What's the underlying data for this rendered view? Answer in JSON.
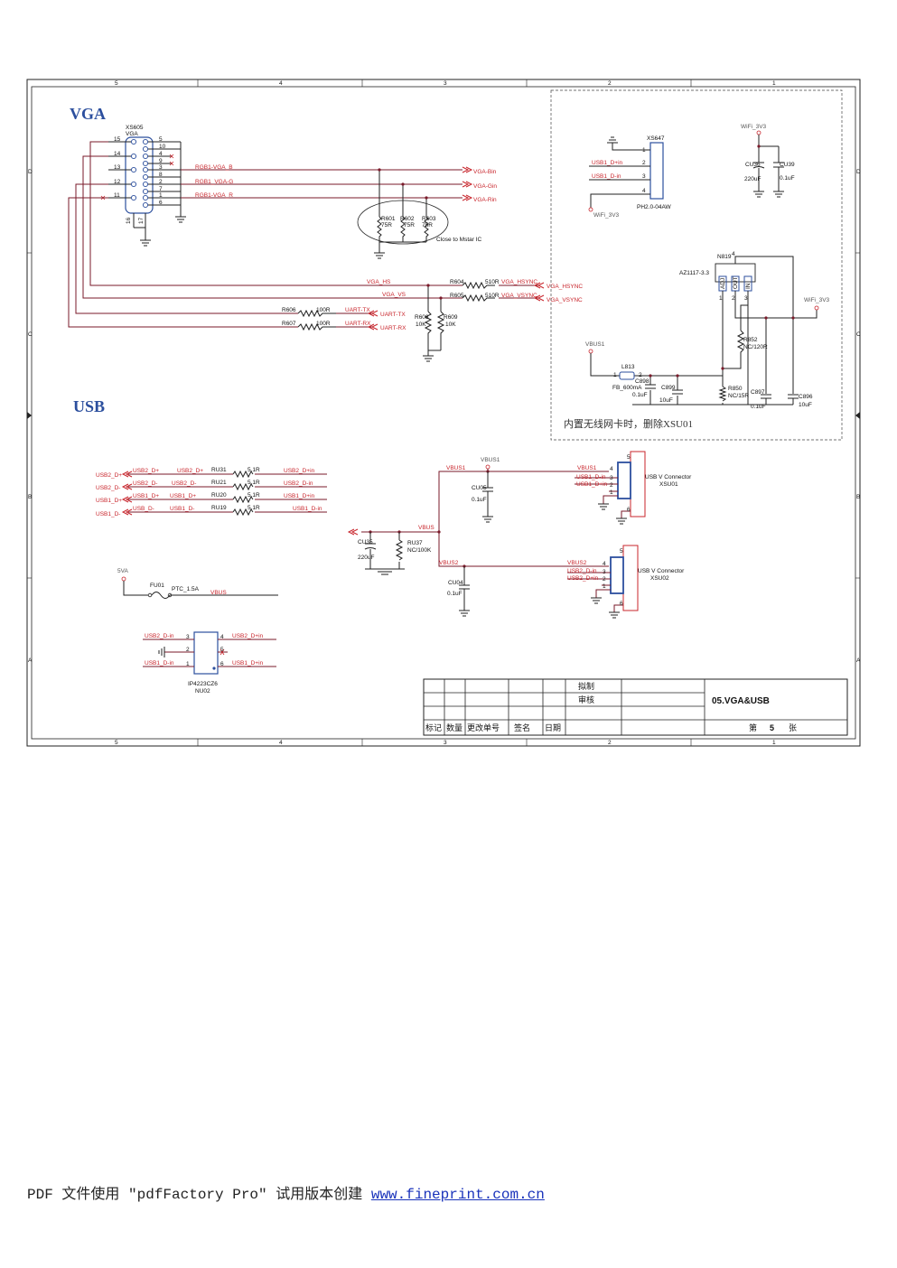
{
  "sheet": {
    "top_ruler": [
      "5",
      "4",
      "3",
      "2",
      "1"
    ],
    "bottom_ruler": [
      "5",
      "4",
      "3",
      "2",
      "1"
    ],
    "left_ruler": [
      "D",
      "C",
      "B",
      "A"
    ],
    "right_ruler": [
      "D",
      "C",
      "B",
      "A"
    ]
  },
  "sections": {
    "vga": "VGA",
    "usb": "USB"
  },
  "vga": {
    "connector_ref": "XS605",
    "connector_type": "VGA",
    "left_pins": [
      "15",
      "14",
      "13",
      "12",
      "11"
    ],
    "right_pins": [
      "5",
      "10",
      "4",
      "9",
      "3",
      "8",
      "2",
      "7",
      "1",
      "6"
    ],
    "bottom_pins": [
      "16",
      "17"
    ],
    "nets": {
      "rgb_b": "RGB1-VGA_B",
      "rgb_g": "RGB1_VGA-G",
      "rgb_r": "RGB1-VGA_R",
      "vga_bin": "VGA-Bin",
      "vga_gin": "VGA-Gin",
      "vga_rin": "VGA-Rin",
      "vga_hs": "VGA_HS",
      "vga_vs": "VGA_VS",
      "vga_hsync_r": "VGA_HSYNC",
      "vga_vsync_r": "VGA_VSYNC",
      "vga_hsync": "VGA_HSYNC",
      "vga_vsync": "VGA_VSYNC",
      "uart_tx_r": "UART-TX",
      "uart_rx_r": "UART-RX",
      "uart_tx": "UART-TX",
      "uart_rx": "UART-RX"
    },
    "term_resistors": [
      {
        "ref": "R601",
        "val": "75R"
      },
      {
        "ref": "R602",
        "val": "75R"
      },
      {
        "ref": "R603",
        "val": "75R"
      }
    ],
    "close_note": "Close to Mstar IC",
    "r604": {
      "ref": "R604",
      "val": "510R"
    },
    "r605": {
      "ref": "R605",
      "val": "510R"
    },
    "r606": {
      "ref": "R606",
      "val": "100R"
    },
    "r607": {
      "ref": "R607",
      "val": "100R"
    },
    "r608": {
      "ref": "R608",
      "val": "10K"
    },
    "r609": {
      "ref": "R609",
      "val": "10K"
    }
  },
  "wifi": {
    "xs647_ref": "XS647",
    "xs647_part": "PH2.0-04AW",
    "xs647_pins": [
      "1",
      "2",
      "3",
      "4"
    ],
    "usb1_dp": "USB1_D+in",
    "usb1_dm": "USB1_D-in",
    "wifi_3v3_a": "WiFi_3V3",
    "wifi_3v3_b": "WiFi_3V3",
    "wifi_3v3_c": "WiFi_3V3",
    "cu36": {
      "ref": "CU36",
      "val": "220uF"
    },
    "cu39": {
      "ref": "CU39",
      "val": "0.1uF"
    },
    "reg_ref": "N819",
    "reg_part": "AZ1117-3.3",
    "reg_tab": "4",
    "reg_pins": [
      {
        "num": "1",
        "name": "ADJ"
      },
      {
        "num": "2",
        "name": "OUT"
      },
      {
        "num": "3",
        "name": "IN"
      }
    ],
    "vbus1": "VBUS1",
    "l813": {
      "ref": "L813",
      "val": "FB_600mA"
    },
    "c898": {
      "ref": "C898",
      "val": "0.1uF"
    },
    "c899": {
      "ref": "C899",
      "val": "10uF"
    },
    "r850": {
      "ref": "R850",
      "val": "NC/15R"
    },
    "r852": {
      "ref": "R852",
      "val": "NC/120R"
    },
    "c897": {
      "ref": "C897",
      "val": "0.1uF"
    },
    "c896": {
      "ref": "C896",
      "val": "10uF"
    },
    "note": "内置无线网卡时，删除XSU01"
  },
  "usb": {
    "left_nets": [
      {
        "port": "USB2_D+",
        "net": "USB2_D+",
        "net2": "USB2_D+",
        "ref": "RU31",
        "val": "5.1R",
        "out": "USB2_D+in"
      },
      {
        "port": "USB2_D-",
        "net": "USB2_D-",
        "net2": "USB2_D-",
        "ref": "RU21",
        "val": "5.1R",
        "out": "USB2_D-in"
      },
      {
        "port": "USB1_D+",
        "net": "USB1_D+",
        "net2": "USB1_D+",
        "ref": "RU20",
        "val": "5.1R",
        "out": "USB1_D+in"
      },
      {
        "port": "USB1_D-",
        "net": "USB_D-",
        "net2": "USB1_D-",
        "ref": "RU19",
        "val": "5.1R",
        "out": "USB1_D-in"
      }
    ],
    "vbus1_a": "VBUS1",
    "vbus1_b": "VBUS1",
    "vbus1_c": "VBUS1",
    "vbus": "VBUS",
    "vbus2_a": "VBUS2",
    "vbus2_b": "VBUS2",
    "cu05": {
      "ref": "CU05",
      "val": "0.1uF"
    },
    "cu35": {
      "ref": "CU35",
      "val": "220uF"
    },
    "ru37": {
      "ref": "RU37",
      "val": "NC/100K"
    },
    "cu04": {
      "ref": "CU04",
      "val": "0.1uF"
    },
    "conn1": {
      "title": "USB V Connector",
      "ref": "XSU01",
      "dm": "USB1_D-in",
      "dp": "USB1_D+in",
      "pins": [
        "4",
        "3",
        "2",
        "1"
      ],
      "shield": [
        "5",
        "6"
      ]
    },
    "conn2": {
      "title": "USB V Connector",
      "ref": "XSU02",
      "dm": "USB2_D-in",
      "dp": "USB2_D+in",
      "pins": [
        "4",
        "3",
        "2",
        "1"
      ],
      "shield": [
        "5",
        "6"
      ]
    },
    "supply": "5VA",
    "fuse_ref": "FU01",
    "fuse_val": "PTC_1.5A",
    "fuse_out": "VBUS",
    "esd": {
      "ref": "NU02",
      "part": "IP4223CZ6",
      "in_a": "USB2_D-in",
      "in_b": "USB1_D-in",
      "out_a": "USB2_D+in",
      "out_b": "USB1_D+in",
      "pins": [
        "3",
        "2",
        "1",
        "4",
        "5",
        "6"
      ]
    }
  },
  "title_block": {
    "drafter": "拟制",
    "checker": "审核",
    "title": "05.VGA&USB",
    "cols": [
      "标记",
      "数量",
      "更改单号",
      "签名",
      "日期"
    ],
    "sheet_prefix": "第",
    "sheet_no": "5",
    "sheet_suffix": "张"
  },
  "footer": {
    "text": "PDF 文件使用 \"pdfFactory Pro\" 试用版本创建 ",
    "link": "www.fineprint.com.cn"
  }
}
